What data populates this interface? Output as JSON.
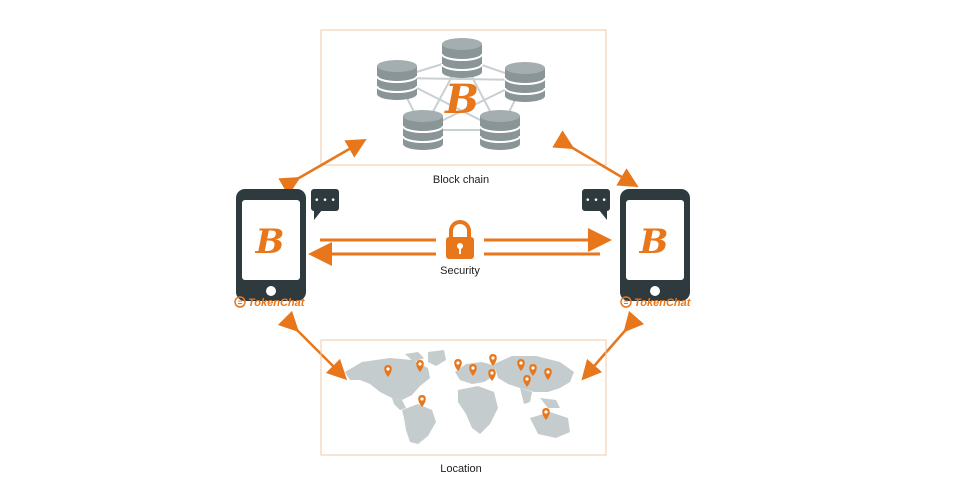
{
  "labels": {
    "blockchain": "Block chain",
    "security": "Security",
    "location": "Location"
  },
  "brand": {
    "name_left": "TokenChat",
    "name_right": "TokenChat"
  },
  "symbols": {
    "bitcoin": "B",
    "bubble_dots": "• • •"
  },
  "colors": {
    "accent": "#e8761b",
    "server": "#8a9597",
    "phone": "#2f3a3f",
    "map_land": "#c4ccce",
    "frame": "#f0c8a6"
  },
  "icons": [
    "database-icon",
    "bitcoin-icon",
    "phone-icon",
    "chat-bubble-icon",
    "lock-icon",
    "map-pin-icon",
    "world-map"
  ]
}
